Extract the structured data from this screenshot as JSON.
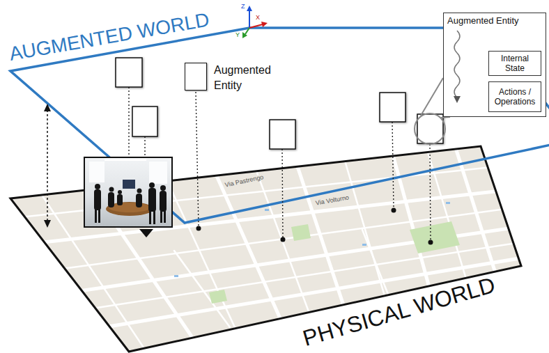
{
  "diagram": {
    "nodes": [
      {
        "text": [
          "Augmented Entity"
        ]
      },
      {
        "text": [
          "Augmented Entity"
        ]
      },
      {
        "text": [
          "Internal State"
        ],
        "in": 1
      },
      {
        "text": [
          "Actions / Operations"
        ],
        "in": 1
      }
    ],
    "labels": [
      "AUGMENTED WORLD",
      "PHYSICAL WORLD",
      "Z",
      "X",
      "Y",
      "Via Pastrengo",
      "Via Volturno"
    ]
  }
}
